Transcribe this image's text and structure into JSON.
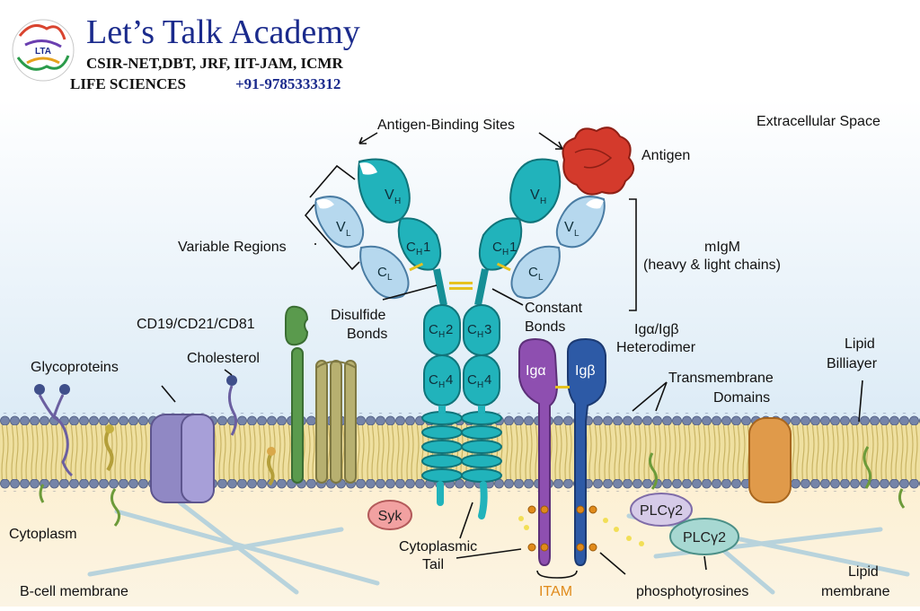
{
  "brand": {
    "title": "Let’s Talk Academy",
    "subtitle": "CSIR-NET,DBT, JRF, IIT-JAM, ICMR",
    "line3": "LIFE SCIENCES",
    "phone": "+91-9785333312",
    "logo_text": "LTA"
  },
  "labels": {
    "antigen_binding_sites": "Antigen-Binding Sites",
    "extracellular_space": "Extracellular Space",
    "antigen": "Antigen",
    "variable_regions": "Variable Regions",
    "migm": "mIgM",
    "heavy_light": "(heavy & light chains)",
    "disulfide_1": "Disulfide",
    "disulfide_2": "Bonds",
    "constant_1": "Constant",
    "constant_2": "Bonds",
    "cd19": "CD19/CD21/CD81",
    "iga_igb_1": "Igα/Igβ",
    "iga_igb_2": "Heterodimer",
    "glycoproteins": "Glycoproteins",
    "cholesterol": "Cholesterol",
    "lipid_bilayer_1": "Lipid",
    "lipid_bilayer_2": "Billiayer",
    "transmembrane_1": "Transmembrane",
    "transmembrane_2": "Domains",
    "cytoplasm": "Cytoplasm",
    "syk": "Syk",
    "plcg2_a": "PLCγ2",
    "plcg2_b": "PLCγ2",
    "cytoplasmic_1": "Cytoplasmic",
    "cytoplasmic_2": "Tail",
    "itam": "ITAM",
    "phosphotyrosines": "phosphotyrosines",
    "lipid_membrane_1": "Lipid",
    "lipid_membrane_2": "membrane",
    "bcell_membrane": "B-cell membrane"
  },
  "domains": {
    "vh": "V",
    "vh_sub": "H",
    "vl": "V",
    "vl_sub": "L",
    "ch1": "C",
    "ch1_sub": "H",
    "ch1_num": "1",
    "cl": "C",
    "cl_sub": "L",
    "ch2": "C",
    "ch2_sub": "H",
    "ch2_num": "2",
    "ch3": "C",
    "ch3_sub": "H",
    "ch3_num": "3",
    "ch4": "C",
    "ch4_sub": "H",
    "ch4_num": "4",
    "iga": "Igα",
    "igb": "Igβ"
  },
  "colors": {
    "brand_blue": "#1a2a8c",
    "heavy_chain": "#1fb7bf",
    "light_chain": "#b5d7ee",
    "antigen": "#d43a2c",
    "iga": "#8e4fb0",
    "igb": "#2d5aa6",
    "itam": "#e08a1a",
    "membrane_head": "#6d7ca3",
    "membrane_tail": "#e8d78a",
    "cytoplasm": "#fbeccb",
    "extracellular": "#e6f1f8"
  }
}
